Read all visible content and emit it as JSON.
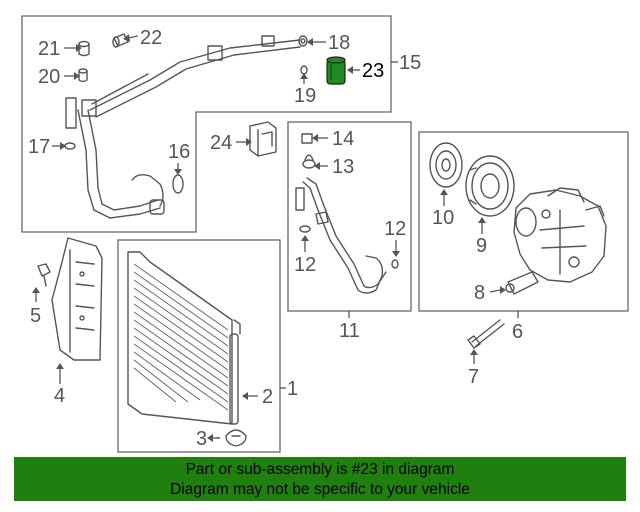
{
  "labels": {
    "p1": "1",
    "p2": "2",
    "p3": "3",
    "p4": "4",
    "p5": "5",
    "p6": "6",
    "p7": "7",
    "p8": "8",
    "p9": "9",
    "p10": "10",
    "p11": "11",
    "p12a": "12",
    "p12b": "12",
    "p13": "13",
    "p14": "14",
    "p15": "15",
    "p16": "16",
    "p17": "17",
    "p18": "18",
    "p19": "19",
    "p20": "20",
    "p21": "21",
    "p22": "22",
    "p23": "23",
    "p24": "24"
  },
  "highlight_part": "23",
  "highlight_color": "#1f8a1f",
  "banner": {
    "line1": "Part or sub-assembly is #23 in diagram",
    "line2": "Diagram may not be specific to your vehicle",
    "color": "#20800f"
  }
}
